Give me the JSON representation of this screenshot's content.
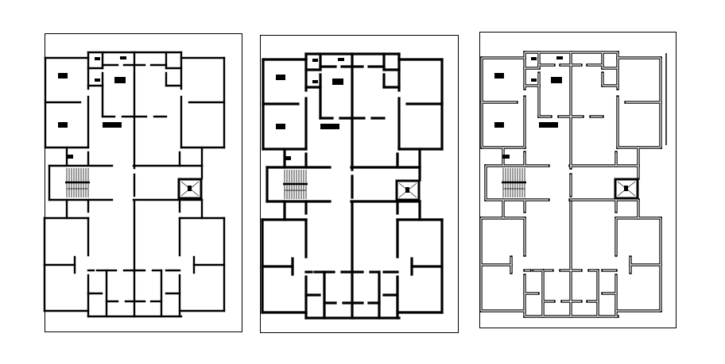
{
  "drawing": {
    "background_color": "#ffffff",
    "line_color": "#000000",
    "plans": [
      {
        "id": "plan-1",
        "wall_style": "thin"
      },
      {
        "id": "plan-2",
        "wall_style": "thick"
      },
      {
        "id": "plan-3",
        "wall_style": "double"
      }
    ]
  }
}
